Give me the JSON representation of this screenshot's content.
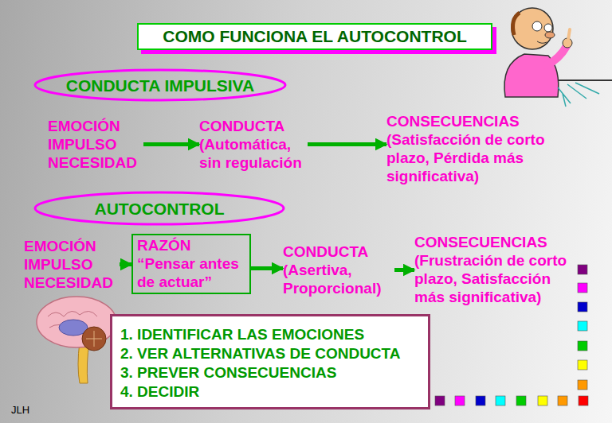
{
  "diagram": {
    "title": "COMO FUNCIONA EL AUTOCONTROL",
    "nodes": [
      {
        "text": [
          "CONDUCTA IMPULSIVA"
        ]
      },
      {
        "text": [
          "EMOCIÓN IMPULSO NECESIDAD"
        ]
      },
      {
        "text": [
          "CONDUCTA",
          "(Automática, sin regulación"
        ]
      },
      {
        "text": [
          "CONSECUENCIAS",
          "(Satisfacción de corto plazo, Pérdida más significativa)"
        ]
      },
      {
        "text": [
          "AUTOCONTROL"
        ]
      },
      {
        "text": [
          "EMOCIÓN IMPULSO NECESIDAD"
        ]
      },
      {
        "text": [
          "RAZÓN",
          "“Pensar antes de actuar”"
        ]
      },
      {
        "text": [
          "CONDUCTA",
          "(Asertiva, Proporcional)"
        ]
      },
      {
        "text": [
          "CONSECUENCIAS",
          "(Frustración de corto plazo, Satisfacción más significativa)"
        ]
      },
      {
        "text": [
          "1. IDENTIFICAR LAS EMOCIONES",
          "2. VER ALTERNATIVAS DE CONDUCTA",
          "3. PREVER CONSECUENCIAS",
          "4. DECIDIR"
        ]
      }
    ],
    "edges": [
      {
        "from": 1,
        "to": 2,
        "arrow": "to"
      },
      {
        "from": 2,
        "to": 3,
        "arrow": "to"
      },
      {
        "from": 5,
        "to": 6,
        "arrow": "to"
      },
      {
        "from": 6,
        "to": 7,
        "arrow": "to"
      },
      {
        "from": 7,
        "to": 8,
        "arrow": "to"
      }
    ],
    "labels": [
      "JLH"
    ]
  }
}
